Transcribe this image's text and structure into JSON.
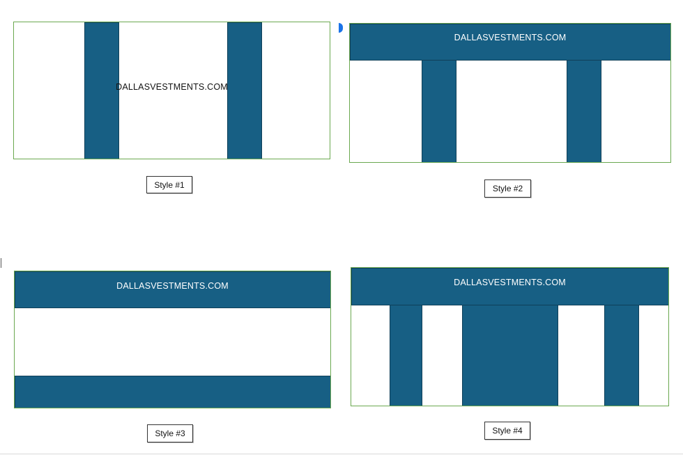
{
  "brand_text": "DALLASVESTMENTS.COM",
  "colors": {
    "bar_fill": "#175f84",
    "panel_border": "#6aa84f",
    "background": "#ffffff"
  },
  "styles": [
    {
      "label": "Style #1"
    },
    {
      "label": "Style #2"
    },
    {
      "label": "Style #3"
    },
    {
      "label": "Style #4"
    }
  ]
}
